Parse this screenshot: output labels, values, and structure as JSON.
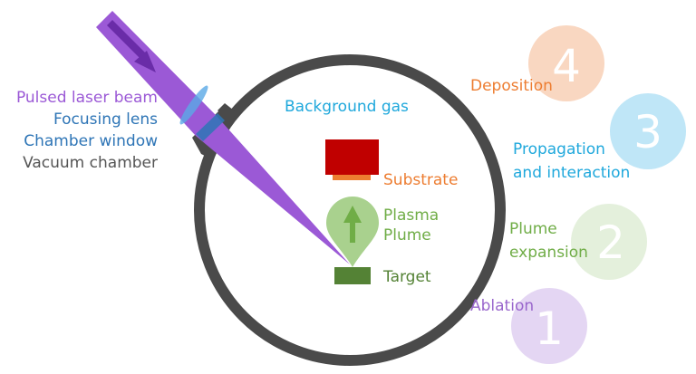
{
  "labels": {
    "pulsed_laser_beam": "Pulsed laser beam",
    "focusing_lens": "Focusing lens",
    "chamber_window": "Chamber window",
    "vacuum_chamber": "Vacuum chamber",
    "background_gas": "Background gas",
    "substrate": "Substrate",
    "plasma_line1": "Plasma",
    "plasma_line2": "Plume",
    "target": "Target"
  },
  "steps": [
    {
      "number": "1",
      "line1": "Ablation",
      "line2": ""
    },
    {
      "number": "2",
      "line1": "Plume",
      "line2": "expansion"
    },
    {
      "number": "3",
      "line1": "Propagation",
      "line2": "and interaction"
    },
    {
      "number": "4",
      "line1": "Deposition",
      "line2": ""
    }
  ],
  "colors": {
    "laser": "#9b59d6",
    "lens": "#5aa9e6",
    "window": "#2e75b6",
    "chamber": "#4a4a4a",
    "gas": "#1fa8dc",
    "substrate_block": "#c00000",
    "substrate": "#ed7d31",
    "plume": "#70ad47",
    "target": "#548235"
  }
}
